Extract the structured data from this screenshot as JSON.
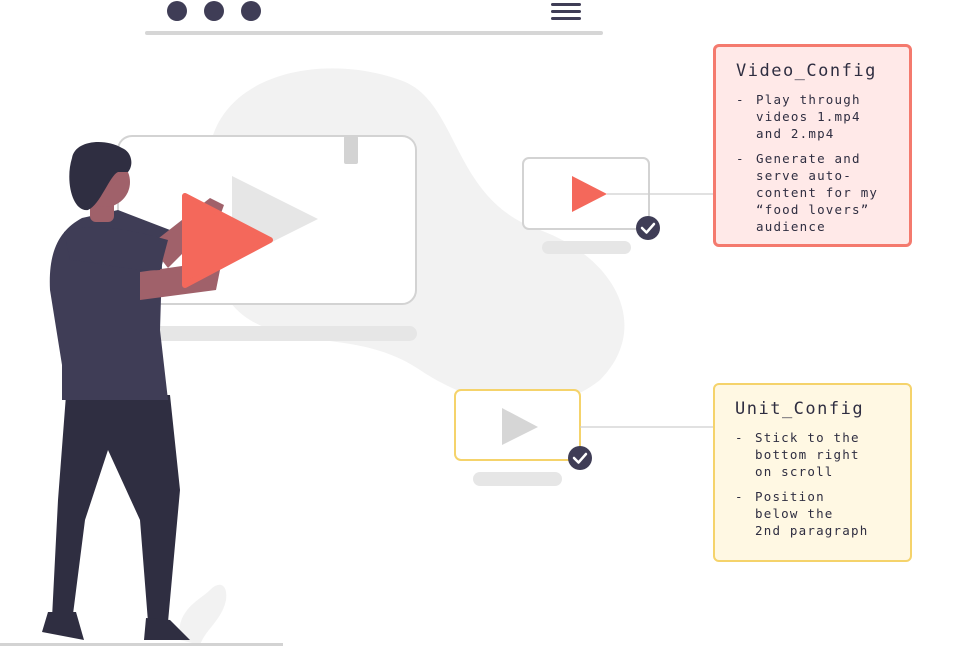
{
  "window": {
    "dots": [
      "dot",
      "dot",
      "dot"
    ],
    "menu_icon": "hamburger-menu-icon"
  },
  "colors": {
    "play_accent": "#f4685b",
    "figure_dark": "#2f2e41",
    "skin": "#a0616a",
    "blob": "#f2f2f2",
    "frame_grey": "#d0d0d0",
    "video_card_bg": "#ffe9e8",
    "video_card_border": "#f47a6e",
    "unit_card_bg": "#fff8e3",
    "unit_card_border": "#f5d36b"
  },
  "video_config": {
    "title": "Video_Config",
    "items": [
      "Play through\nvideos 1.mp4\nand 2.mp4",
      "Generate and\nserve auto-\ncontent for my\n“food lovers”\naudience"
    ]
  },
  "unit_config": {
    "title": "Unit_Config",
    "items": [
      "Stick to the\nbottom right\non scroll",
      "Position\nbelow the\n2nd paragraph"
    ]
  },
  "icons": {
    "play": "play-icon",
    "check": "check-circle-icon"
  }
}
